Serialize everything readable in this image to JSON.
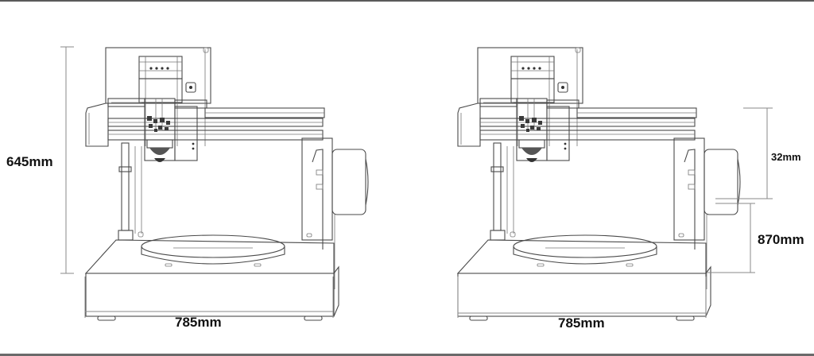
{
  "figure": {
    "type": "technical-dimension-drawing",
    "subject": "benchtop engraving/milling machine, front view",
    "line_color": "#4a4a4a",
    "dimension_line_color": "#8a8a8a",
    "text_color": "#111111"
  },
  "views": [
    {
      "id": "left-view",
      "dimensions": {
        "height_label": "645mm",
        "width_label": "785mm"
      }
    },
    {
      "id": "right-view",
      "dimensions": {
        "upper_height_label": "32mm",
        "base_height_label": "870mm",
        "width_label": "785mm"
      }
    }
  ]
}
